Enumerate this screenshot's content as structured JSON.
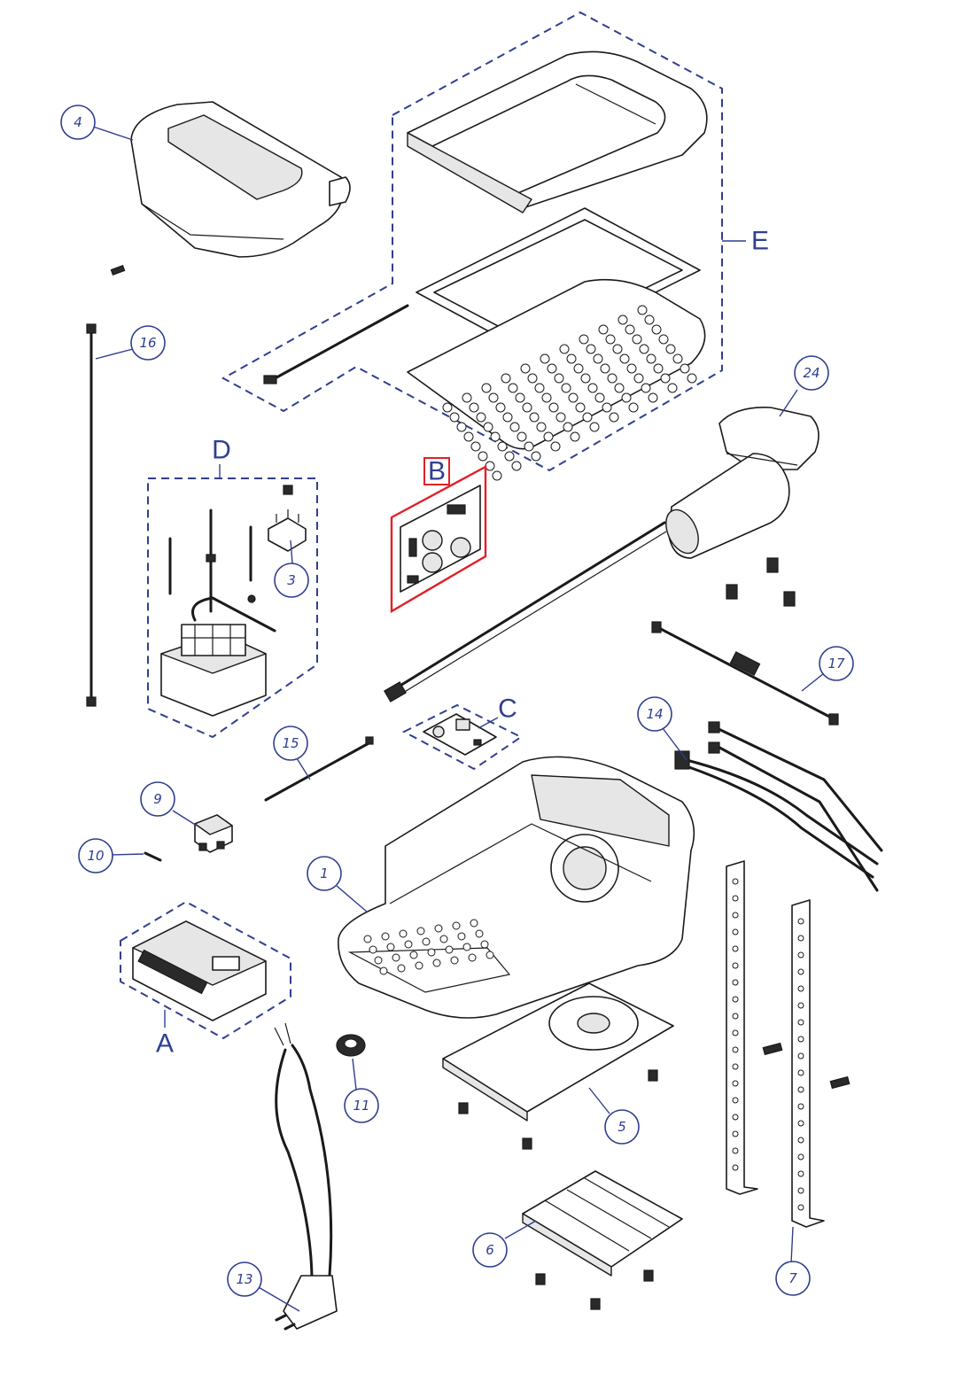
{
  "colors": {
    "callout": "#2f3f8f",
    "highlight": "#e0202a",
    "line_art": "#1a1a1a"
  },
  "callouts": {
    "c1": "1",
    "c3": "3",
    "c4": "4",
    "c5": "5",
    "c6": "6",
    "c7": "7",
    "c9": "9",
    "c10": "10",
    "c11": "11",
    "c13": "13",
    "c14": "14",
    "c15": "15",
    "c16": "16",
    "c17": "17",
    "c24": "24"
  },
  "groups": {
    "A": "A",
    "B": "B",
    "C": "C",
    "D": "D",
    "E": "E"
  }
}
